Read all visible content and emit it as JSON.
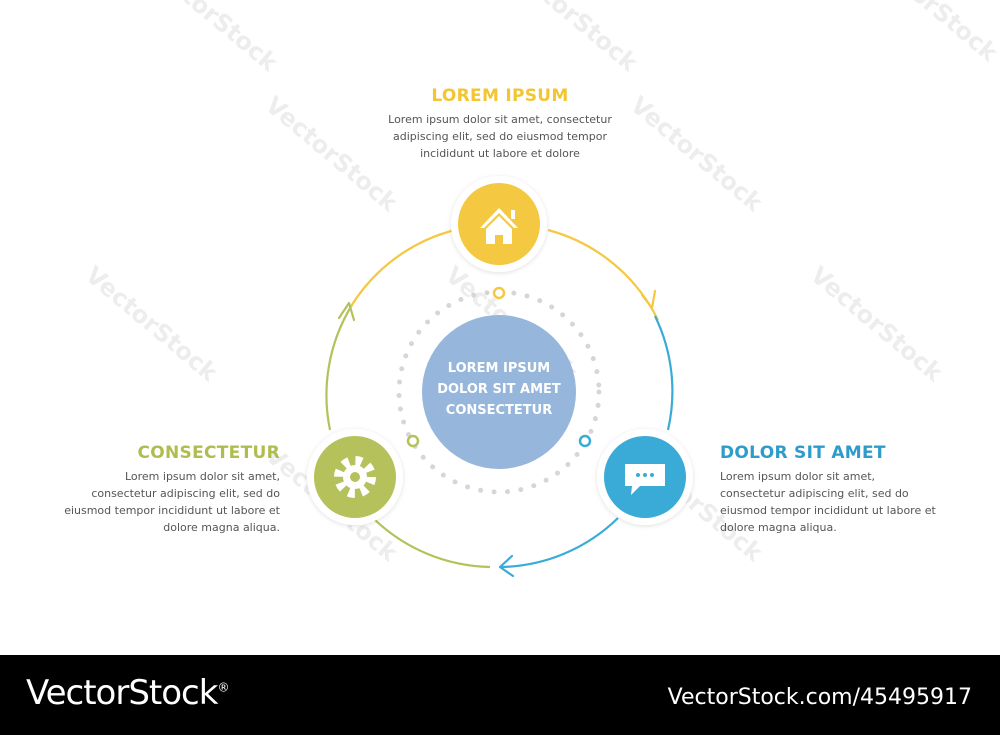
{
  "colors": {
    "yellow": "#F5C842",
    "blue": "#3AABD6",
    "green": "#B5C15A",
    "center": "#96B6DB",
    "title_yellow": "#F3C532",
    "title_blue": "#2E9CCB",
    "title_green": "#B0BD4E"
  },
  "watermark": "VectorStock",
  "top_item": {
    "icon": "home-icon",
    "title": "LOREM IPSUM",
    "lines": [
      "Lorem ipsum dolor sit amet, consectetur",
      "adipiscing elit, sed do eiusmod tempor",
      "incididunt ut labore et dolore"
    ]
  },
  "right_item": {
    "icon": "chat-icon",
    "title": "DOLOR SIT AMET",
    "lines": [
      "Lorem ipsum dolor sit amet,",
      "consectetur adipiscing elit, sed do",
      "eiusmod tempor incididunt ut labore et",
      "dolore magna aliqua."
    ]
  },
  "left_item": {
    "icon": "gear-icon",
    "title": "CONSECTETUR",
    "lines": [
      "Lorem ipsum dolor sit amet,",
      "consectetur adipiscing elit, sed do",
      "eiusmod tempor incididunt ut labore et",
      "dolore magna aliqua."
    ]
  },
  "center": {
    "lines": [
      "LOREM IPSUM",
      "DOLOR SIT AMET",
      "CONSECTETUR"
    ]
  },
  "footer": {
    "logo": "VectorStock",
    "registered": "®",
    "id": "VectorStock.com/45495917"
  }
}
